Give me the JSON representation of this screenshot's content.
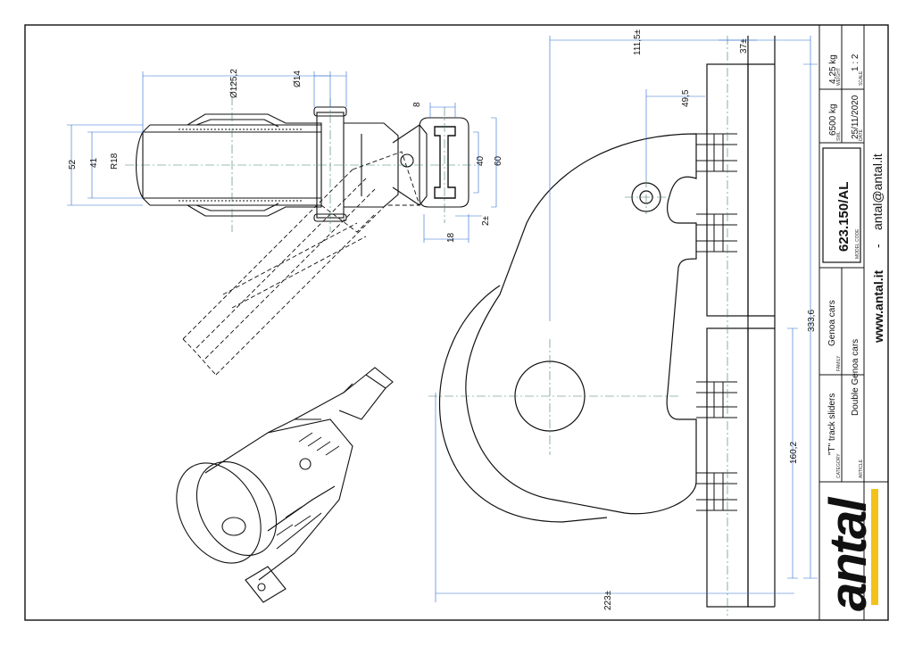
{
  "drawing": {
    "dimensions": {
      "d125": "Ø125,2",
      "d14": "Ø14",
      "h52": "52",
      "h41": "41",
      "r18": "R18",
      "t8": "8",
      "t40": "40",
      "t60": "60",
      "t18": "18",
      "t2": "2±",
      "t111": "111,5±",
      "t37": "37±",
      "t49": "49,5",
      "t333": "333,6",
      "t160": "160,2",
      "t223": "223±"
    }
  },
  "title_block": {
    "weight_value": "4,25 kg",
    "weight_label": "WEIGHT",
    "scale_value": "1 : 2",
    "scale_label": "SCALE",
    "swl_value": "6500 kg",
    "swl_label": "SWL",
    "date_value": "25/11/2020",
    "date_label": "DATE",
    "model_code": "623.150/AL",
    "model_code_label": "MODEL CODE",
    "category_value": "\"T\" track sliders",
    "category_label": "CATEGORY",
    "family_value": "Genoa cars",
    "family_label": "FAMILY",
    "article_value": "Double Genoa cars",
    "article_label": "ARTICLE",
    "website": "www.antal.it",
    "separator": "-",
    "email": "antal@antal.it",
    "brand": "antal",
    "accent_color": "#f2c21a"
  }
}
